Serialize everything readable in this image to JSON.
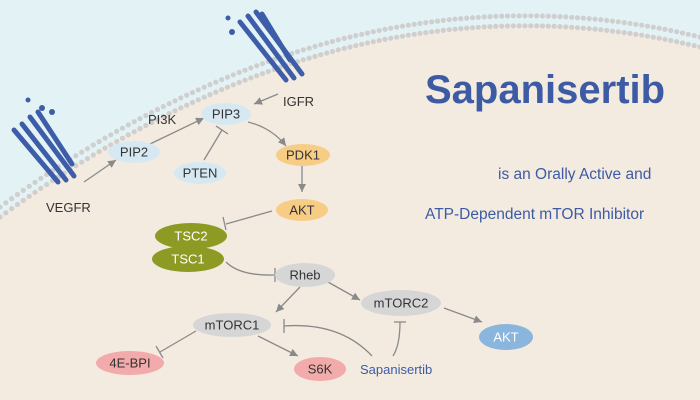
{
  "title": "Sapanisertib",
  "subtitle_line1": "is an Orally Active and",
  "subtitle_line2": "ATP-Dependent mTOR Inhibitor",
  "labels": {
    "vegfr": "VEGFR",
    "igfr": "IGFR",
    "pi3k": "PI3K",
    "sapanisertib": "Sapanisertib"
  },
  "nodes": {
    "pip2": "PIP2",
    "pip3": "PIP3",
    "pten": "PTEN",
    "pdk1": "PDK1",
    "akt": "AKT",
    "tsc2": "TSC2",
    "tsc1": "TSC1",
    "rheb": "Rheb",
    "mtorc1": "mTORC1",
    "mtorc2": "mTORC2",
    "akt2": "AKT",
    "ebp": "4E-BPI",
    "s6k": "S6K"
  },
  "colors": {
    "background_top": "#e3f3f5",
    "cell_fill": "#f3ebe0",
    "membrane_bead": "#cfcfcf",
    "title_blue": "#3d5ba4",
    "receptor_blue": "#3e5da8",
    "pale_blue_node": "#d6e9f3",
    "orange_node": "#f7cd85",
    "olive_node": "#8d9a24",
    "gray_node": "#d6d6d6",
    "akt2_node": "#8ab6dd",
    "pink_node": "#f3aaaa",
    "edge_gray": "#8a8a8a"
  }
}
